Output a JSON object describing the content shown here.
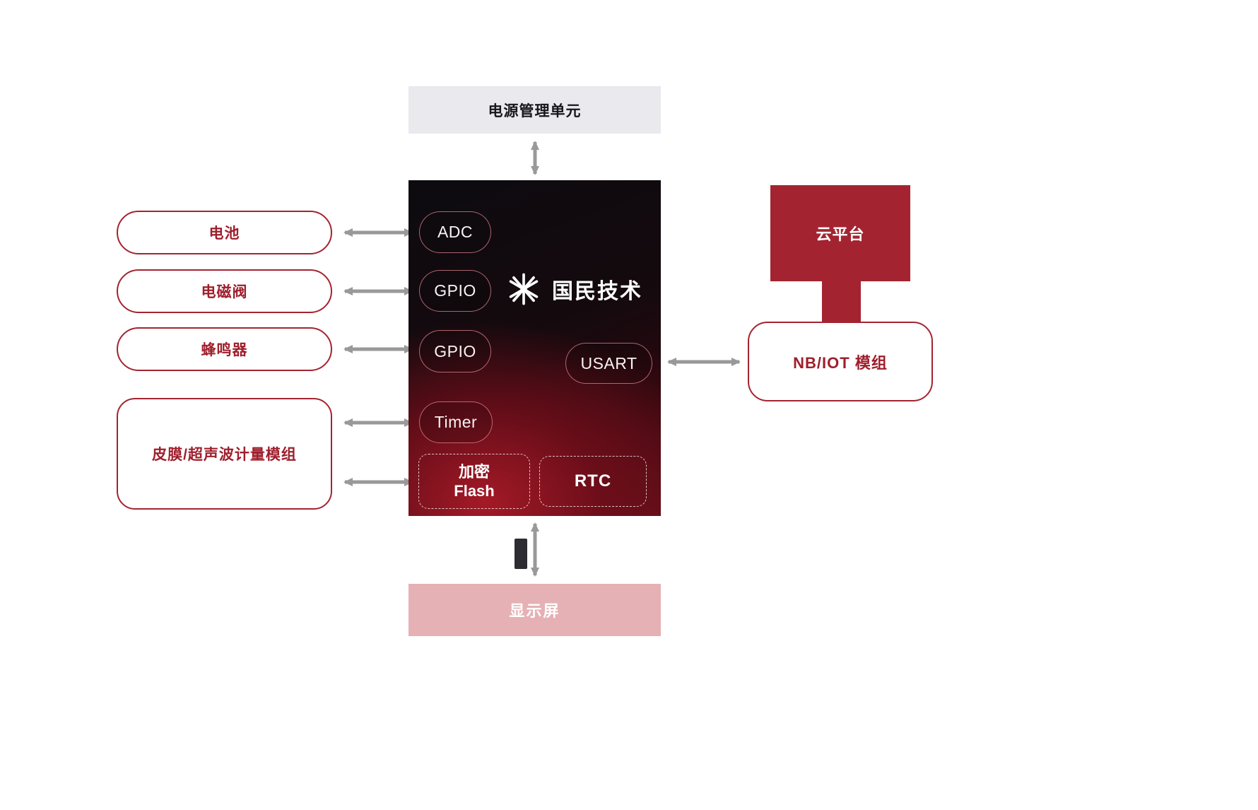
{
  "diagram": {
    "power_unit": {
      "label": "电源管理单元"
    },
    "mcu": {
      "logo_text": "国民技术",
      "peripherals": [
        {
          "id": "adc",
          "label": "ADC"
        },
        {
          "id": "gpio1",
          "label": "GPIO"
        },
        {
          "id": "gpio2",
          "label": "GPIO"
        },
        {
          "id": "timer",
          "label": "Timer"
        },
        {
          "id": "usart",
          "label": "USART"
        }
      ],
      "flash": {
        "line1": "加密",
        "line2": "Flash"
      },
      "rtc": {
        "label": "RTC"
      }
    },
    "left_modules": [
      {
        "label": "电池"
      },
      {
        "label": "电磁阀"
      },
      {
        "label": "蜂鸣器"
      },
      {
        "label": "皮膜/超声波计量模组"
      }
    ],
    "cloud": {
      "label": "云平台"
    },
    "nbiot": {
      "label": "NB/IOT 模组"
    },
    "display": {
      "label": "显示屏"
    },
    "colors": {
      "brand_red": "#A32430",
      "mcu_dark": "#140A0E",
      "gray_box": "#E9E9EE",
      "pink_box": "#E5B1B5",
      "arrow_gray": "#999999"
    }
  }
}
